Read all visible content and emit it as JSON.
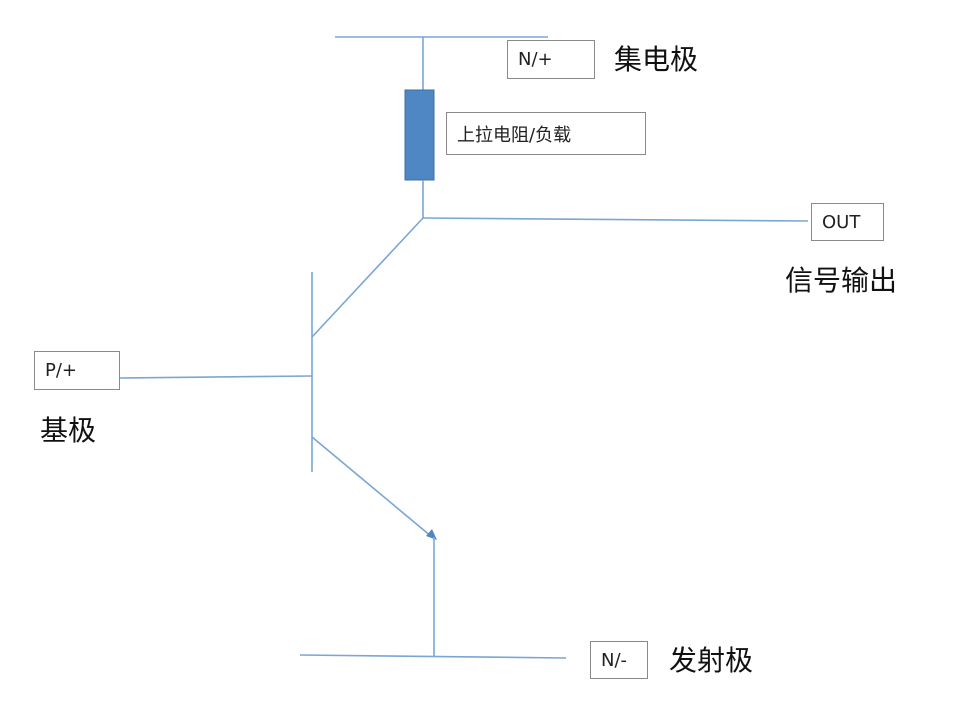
{
  "boxes": {
    "collector": "N/+",
    "resistor": "上拉电阻/负载",
    "output": "OUT",
    "base": "P/+",
    "emitter": "N/-"
  },
  "labels": {
    "collector": "集电极",
    "output": "信号输出",
    "base": "基极",
    "emitter": "发射极"
  },
  "colors": {
    "wire": "#7aa6d6",
    "resistor_fill": "#4f86c4",
    "resistor_stroke": "#3e6e9f",
    "box_border": "#8a8a8a"
  }
}
